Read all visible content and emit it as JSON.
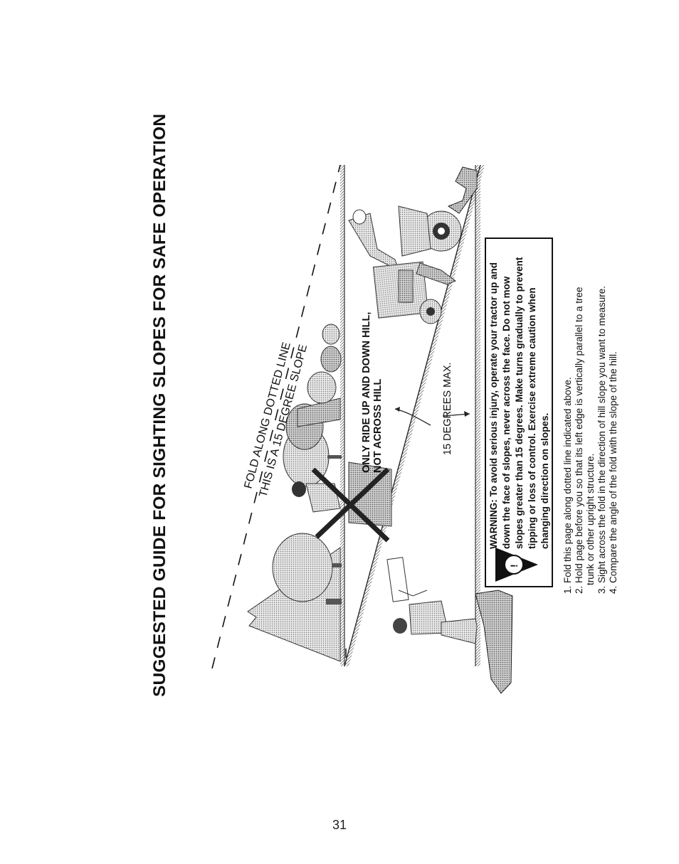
{
  "title": "SUGGESTED GUIDE FOR SIGHTING SLOPES FOR SAFE OPERATION",
  "fold_label": "FOLD ALONG DOTTED LINE",
  "slope_label": "THIS IS A 15 DEGREE SLOPE",
  "ride_label_1": "ONLY RIDE UP AND DOWN HILL,",
  "ride_label_2": "NOT ACROSS HILL",
  "degrees_label": "15 DEGREES MAX.",
  "warning": {
    "lines": [
      "WARNING: To avoid serious injury, operate your tractor up and",
      "down the face of slopes, never across the face. Do not mow",
      "slopes greater than 15 degrees. Make turns gradually to prevent",
      "tipping or loss of control. Exercise extreme caution when",
      "changing direction on slopes."
    ]
  },
  "instructions": [
    "1. Fold this page along dotted line indicated above.",
    "2. Hold page before you so that its left edge is vertically parallel to a tree",
    "trunk or other upright structure.",
    "3. Sight across the fold in the direction of hill slope you want to measure.",
    "4. Compare the angle of the fold with the slope of the hill."
  ],
  "page_number": "31"
}
